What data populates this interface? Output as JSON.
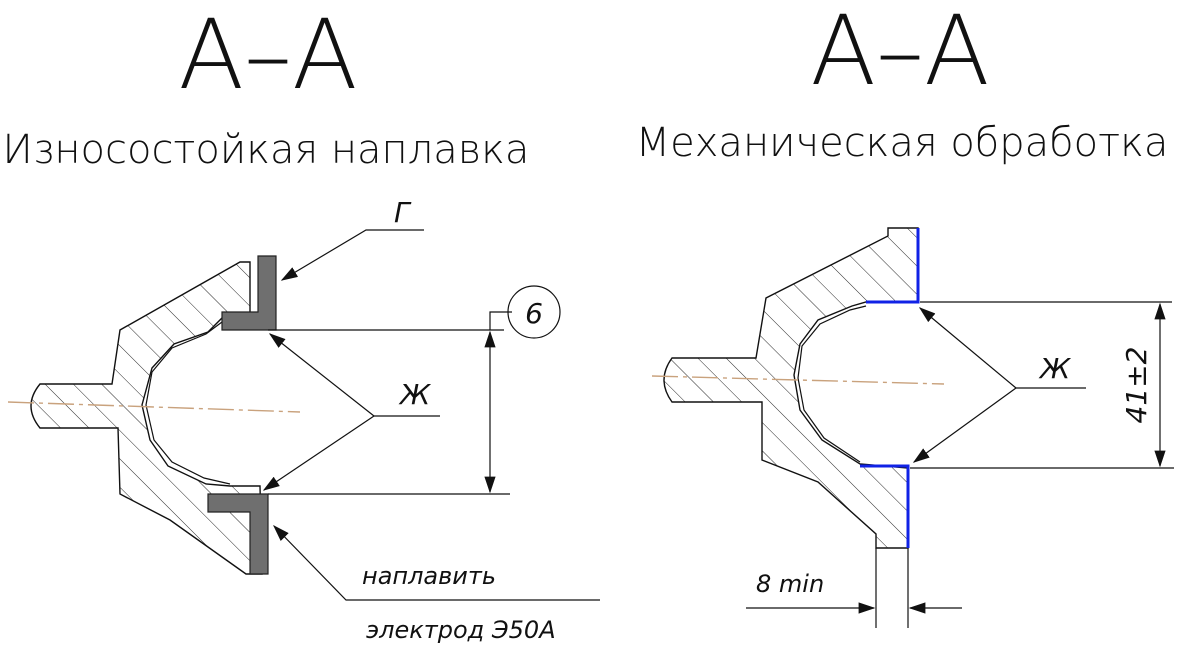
{
  "left_view": {
    "section_title": "А–А",
    "subtitle": "Износостойкая наплавка",
    "callout_g": "Г",
    "callout_zh": "Ж",
    "bubble_number": "6",
    "note_line1": "наплавить",
    "note_line2": "электрод Э50А"
  },
  "right_view": {
    "section_title": "А–А",
    "subtitle": "Механическая обработка",
    "callout_zh": "Ж",
    "dim_vertical": "41±2",
    "dim_horizontal": "8 min"
  },
  "colors": {
    "line": "#111111",
    "overlay_fill": "#6f6f6f",
    "machined_edge": "#1022e6",
    "axis": "#c9a27d"
  }
}
